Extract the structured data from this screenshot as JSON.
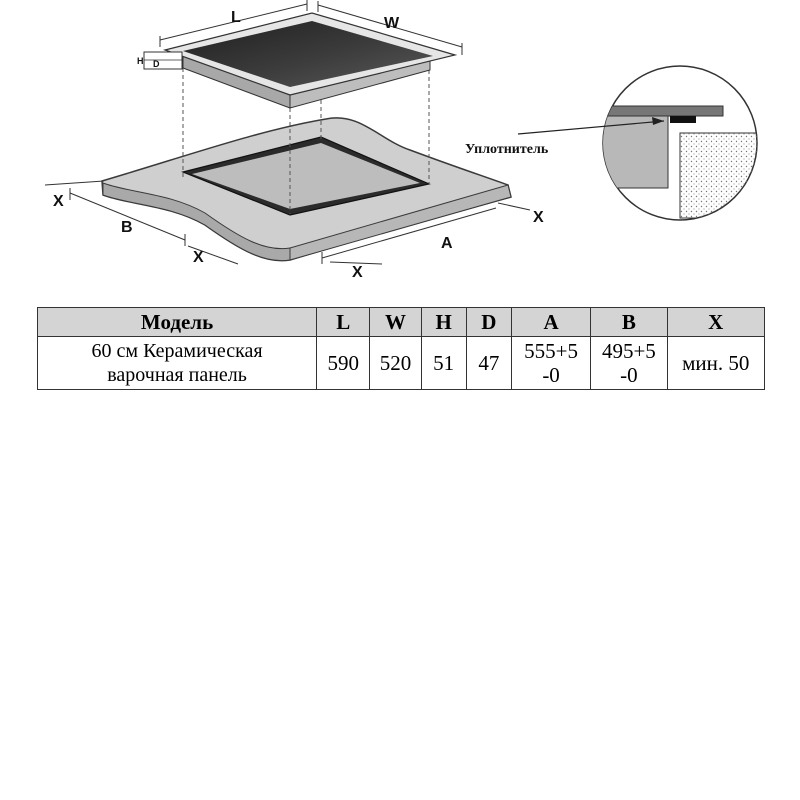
{
  "diagram": {
    "hob_labels": {
      "length": "L",
      "width": "W",
      "height": "H",
      "depth": "D"
    },
    "cutout_labels": {
      "a": "A",
      "b": "B",
      "clearance": "X"
    },
    "seal_label": "Уплотнитель"
  },
  "table": {
    "headers": [
      "Модель",
      "L",
      "W",
      "H",
      "D",
      "A",
      "B",
      "X"
    ],
    "row": {
      "model_line1": "60 см Керамическая",
      "model_line2": "варочная панель",
      "L": "590",
      "W": "520",
      "H": "51",
      "D": "47",
      "A_line1": "555+5",
      "A_line2": "-0",
      "B_line1": "495+5",
      "B_line2": "-0",
      "X": "мин. 50"
    }
  }
}
